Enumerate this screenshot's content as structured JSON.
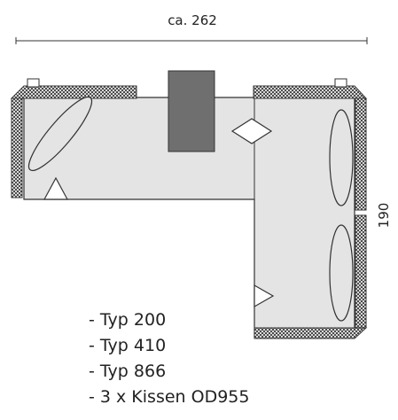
{
  "dimensions": {
    "width_label": "ca. 262",
    "height_label": "190"
  },
  "legend": {
    "items": [
      "- Typ 200",
      "- Typ 410",
      "- Typ 866",
      "- 3 x Kissen OD955"
    ]
  },
  "colors": {
    "seat_fill": "#e4e4e4",
    "outline": "#333333",
    "backrest_block": "#6f6f6f",
    "line": "#333333"
  }
}
